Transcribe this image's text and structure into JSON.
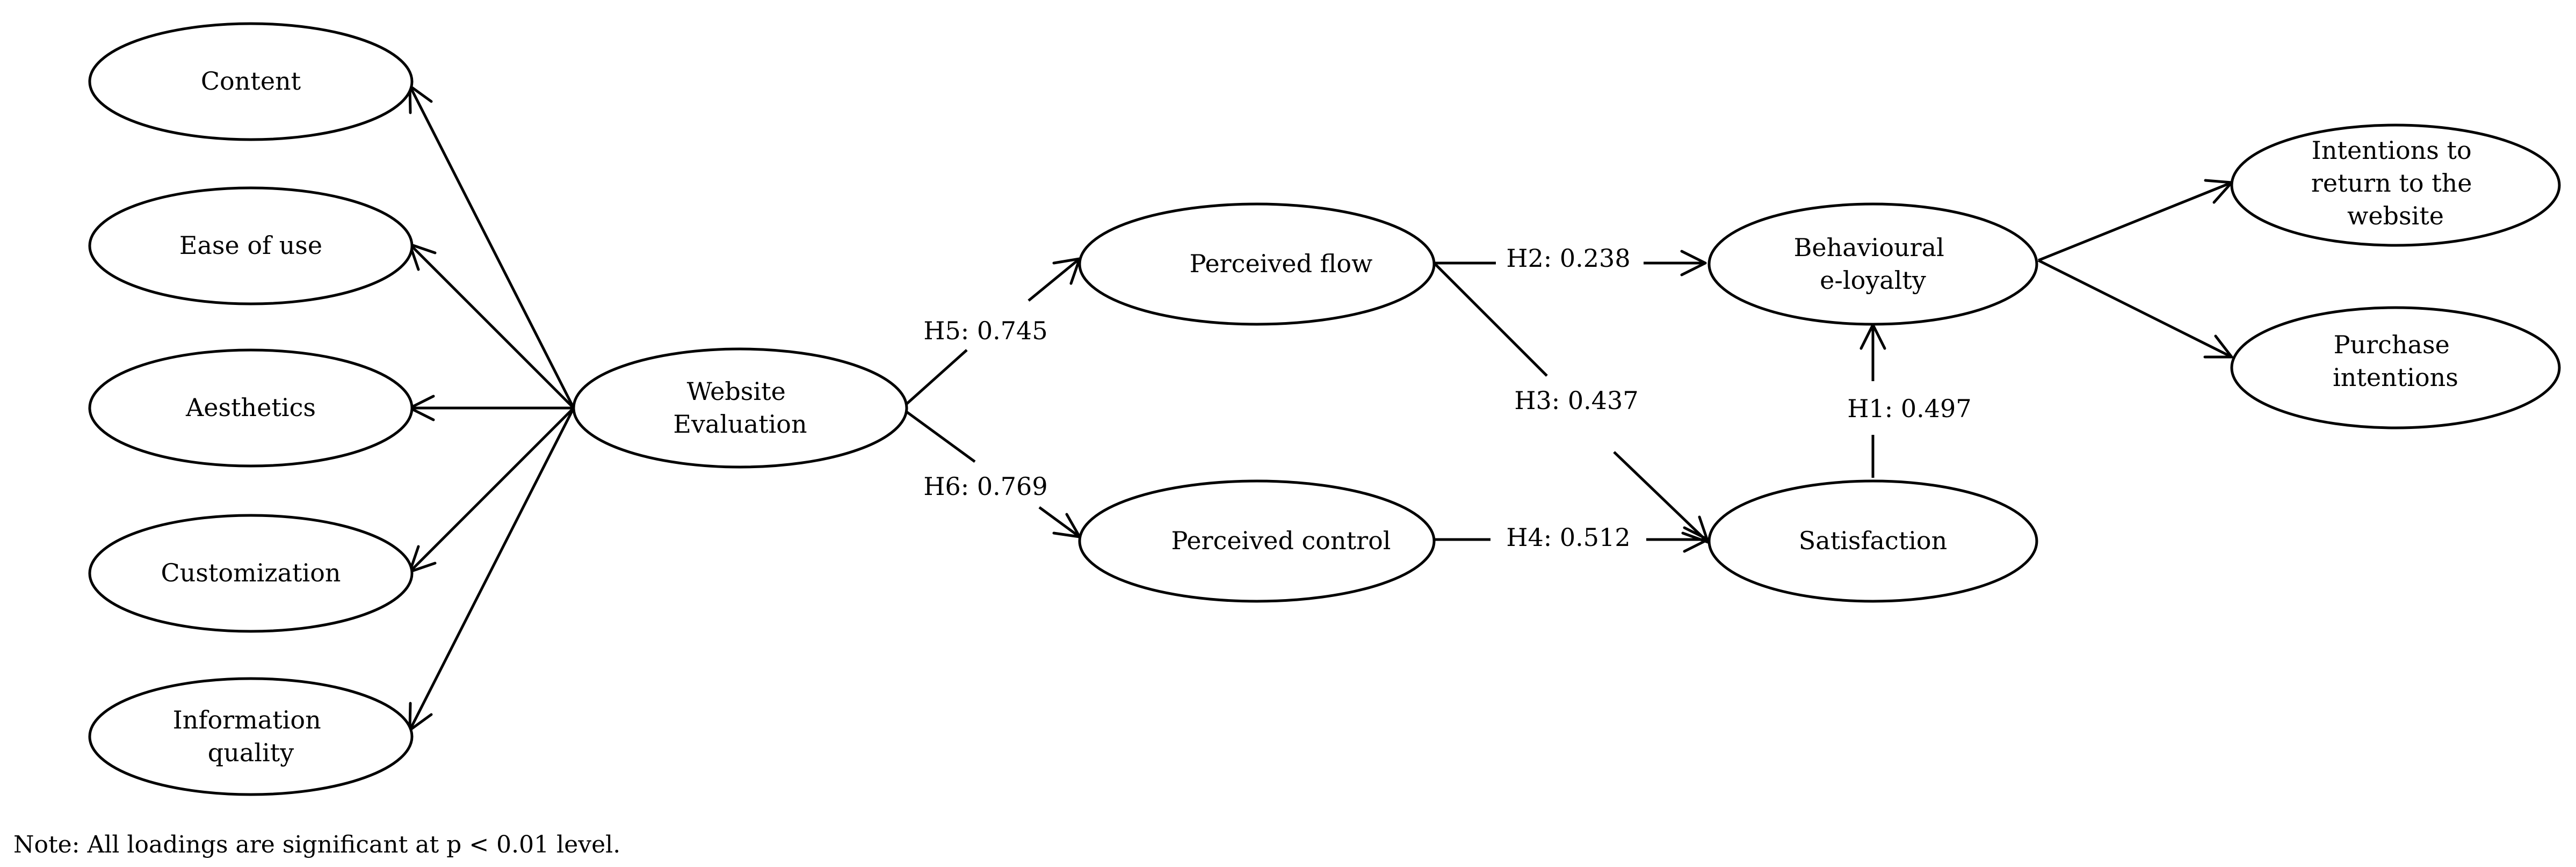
{
  "nodes": {
    "content": {
      "lines": [
        "Content"
      ]
    },
    "ease_of_use": {
      "lines": [
        "Ease of use"
      ]
    },
    "aesthetics": {
      "lines": [
        "Aesthetics"
      ]
    },
    "customization": {
      "lines": [
        "Customization"
      ]
    },
    "information_quality": {
      "lines": [
        "Information",
        "quality"
      ]
    },
    "website_evaluation": {
      "lines": [
        "Website",
        "Evaluation"
      ]
    },
    "perceived_flow": {
      "lines": [
        "Perceived flow"
      ]
    },
    "perceived_control": {
      "lines": [
        "Perceived control"
      ]
    },
    "behavioural_eloyalty": {
      "lines": [
        "Behavioural",
        "e-loyalty"
      ]
    },
    "satisfaction": {
      "lines": [
        "Satisfaction"
      ]
    },
    "intentions_return": {
      "lines": [
        "Intentions to",
        "return to the",
        "website"
      ]
    },
    "purchase_intentions": {
      "lines": [
        "Purchase",
        "intentions"
      ]
    }
  },
  "paths": {
    "h5": "H5: 0.745",
    "h6": "H6: 0.769",
    "h2": "H2: 0.238",
    "h3": "H3: 0.437",
    "h4": "H4: 0.512",
    "h1": "H1: 0.497"
  },
  "note": "Note: All loadings are significant at p < 0.01 level."
}
